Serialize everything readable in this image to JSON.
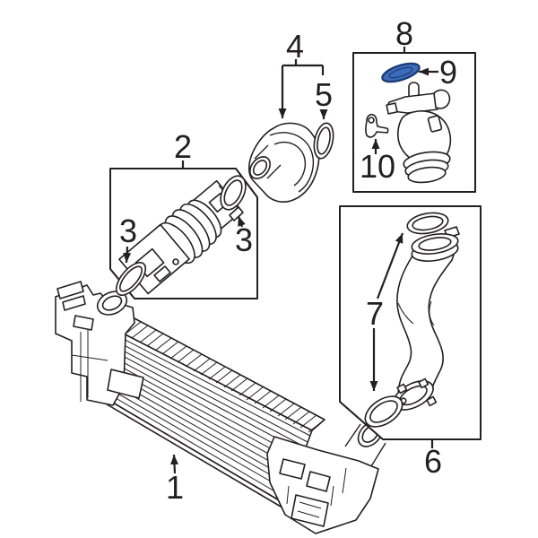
{
  "colors": {
    "ink": "#231f20",
    "highlight_fill": "#3e6cba",
    "highlight_stroke": "#1d3d75",
    "background": "#ffffff"
  },
  "callouts": {
    "c1": "1",
    "c2": "2",
    "c3_left": "3",
    "c3_right": "3",
    "c4": "4",
    "c5": "5",
    "c6": "6",
    "c7": "7",
    "c8": "8",
    "c9": "9",
    "c10": "10"
  }
}
